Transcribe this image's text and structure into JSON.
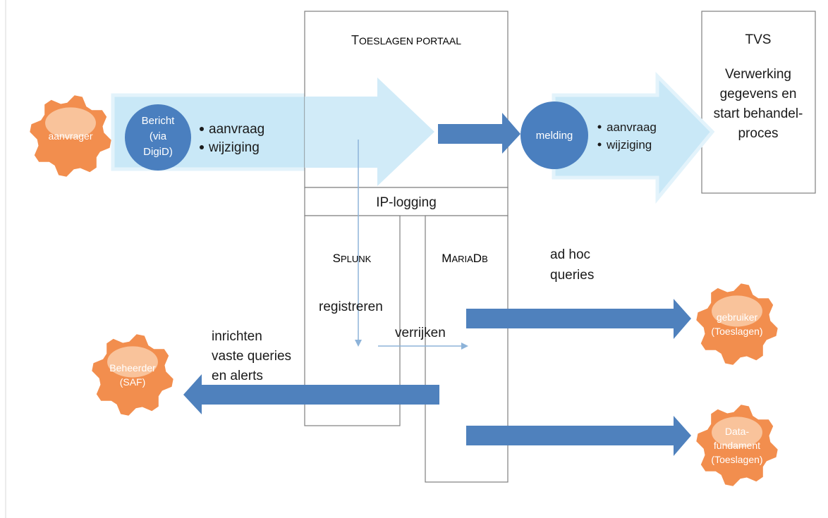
{
  "colors": {
    "light_arrow": "#c9e8f7",
    "light_arrow_edge": "#e3f3fb",
    "dark_arrow": "#4f81bd",
    "circle": "#4a7fbf",
    "gear": "#f28e4e",
    "gear_highlight": "#f9c9a4",
    "box_stroke": "#7f7f7f"
  },
  "portal": {
    "title_first": "T",
    "title_rest": "OESLAGEN PORTAAL",
    "ip_logging": "IP-logging",
    "splunk_first": "S",
    "splunk_rest": "PLUNK",
    "mariadb_first": "M",
    "mariadb_rest": "ARIA",
    "mariadb_tail": "D",
    "mariadb_end": "B"
  },
  "tvs": {
    "title": "TVS",
    "lines": [
      "Verwerking",
      "gegevens en",
      "start behandel-",
      "proces"
    ]
  },
  "bericht": {
    "lines": [
      "Bericht",
      "(via",
      "DigiD)"
    ],
    "bullets": [
      "aanvraag",
      "wijziging"
    ]
  },
  "melding": {
    "label": "melding",
    "bullets": [
      "aanvraag",
      "wijziging"
    ]
  },
  "labels": {
    "registreren": "registreren",
    "verrijken": "verrijken",
    "adhoc": [
      "ad hoc",
      "queries"
    ],
    "inrichten": [
      "inrichten",
      "vaste queries",
      "en alerts"
    ]
  },
  "actors": {
    "aanvrager": [
      "aanvrager"
    ],
    "beheerder": [
      "Beheerder",
      "(SAF)"
    ],
    "gebruiker": [
      "gebruiker",
      "(Toeslagen)"
    ],
    "datafundament": [
      "Data-",
      "fundament",
      "(Toeslagen)"
    ]
  }
}
